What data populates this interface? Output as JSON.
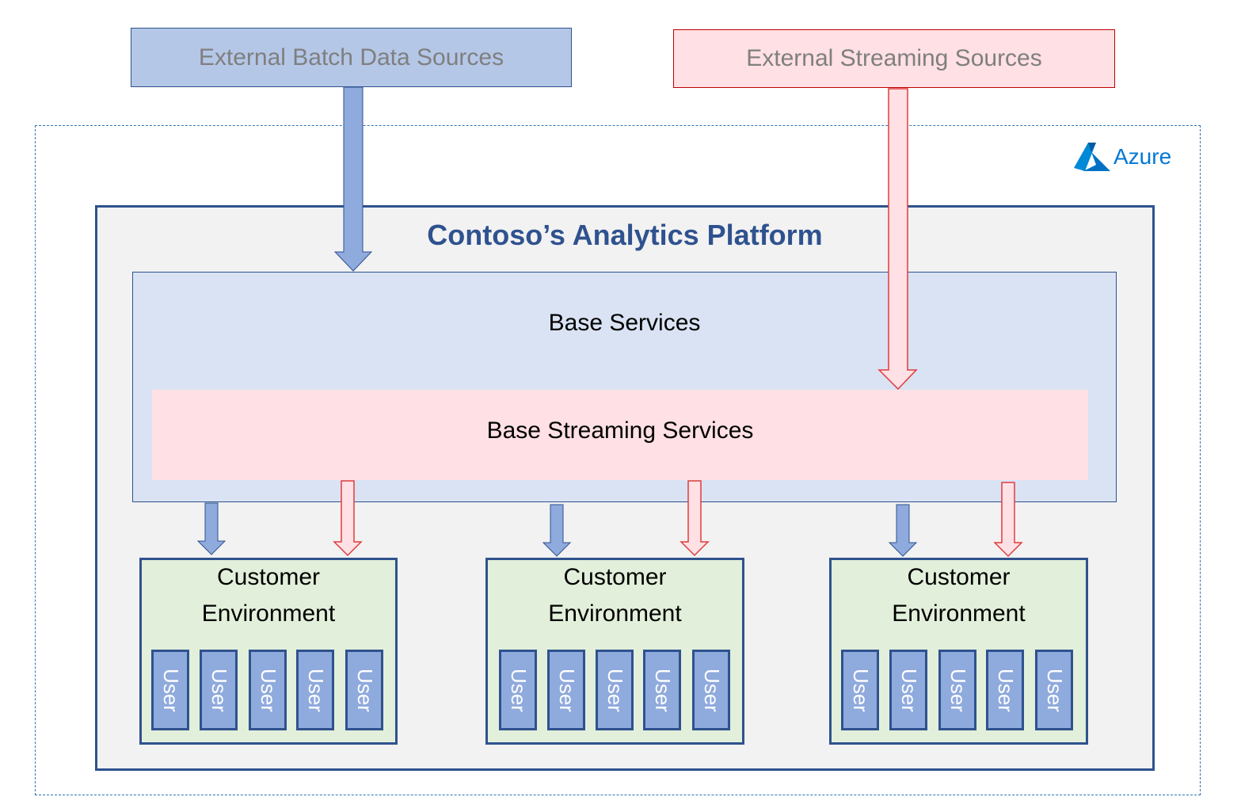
{
  "sources": {
    "batch": "External Batch Data Sources",
    "streaming": "External Streaming Sources"
  },
  "azure": {
    "label": "Azure",
    "icon": "azure-logo-icon"
  },
  "platform": {
    "title": "Contoso’s Analytics Platform"
  },
  "base_services": "Base Services",
  "base_streaming_services": "Base Streaming Services",
  "environments": [
    {
      "line1": "Customer",
      "line2": "Environment",
      "users": [
        "User",
        "User",
        "User",
        "User",
        "User"
      ]
    },
    {
      "line1": "Customer",
      "line2": "Environment",
      "users": [
        "User",
        "User",
        "User",
        "User",
        "User"
      ]
    },
    {
      "line1": "Customer",
      "line2": "Environment",
      "users": [
        "User",
        "User",
        "User",
        "User",
        "User"
      ]
    }
  ],
  "colors": {
    "batch": "#b4c7e7",
    "streaming": "#ffe0e4",
    "platform_border": "#2f528f",
    "environment": "#e2efda",
    "user": "#8faadc",
    "azure": "#0078d4"
  }
}
